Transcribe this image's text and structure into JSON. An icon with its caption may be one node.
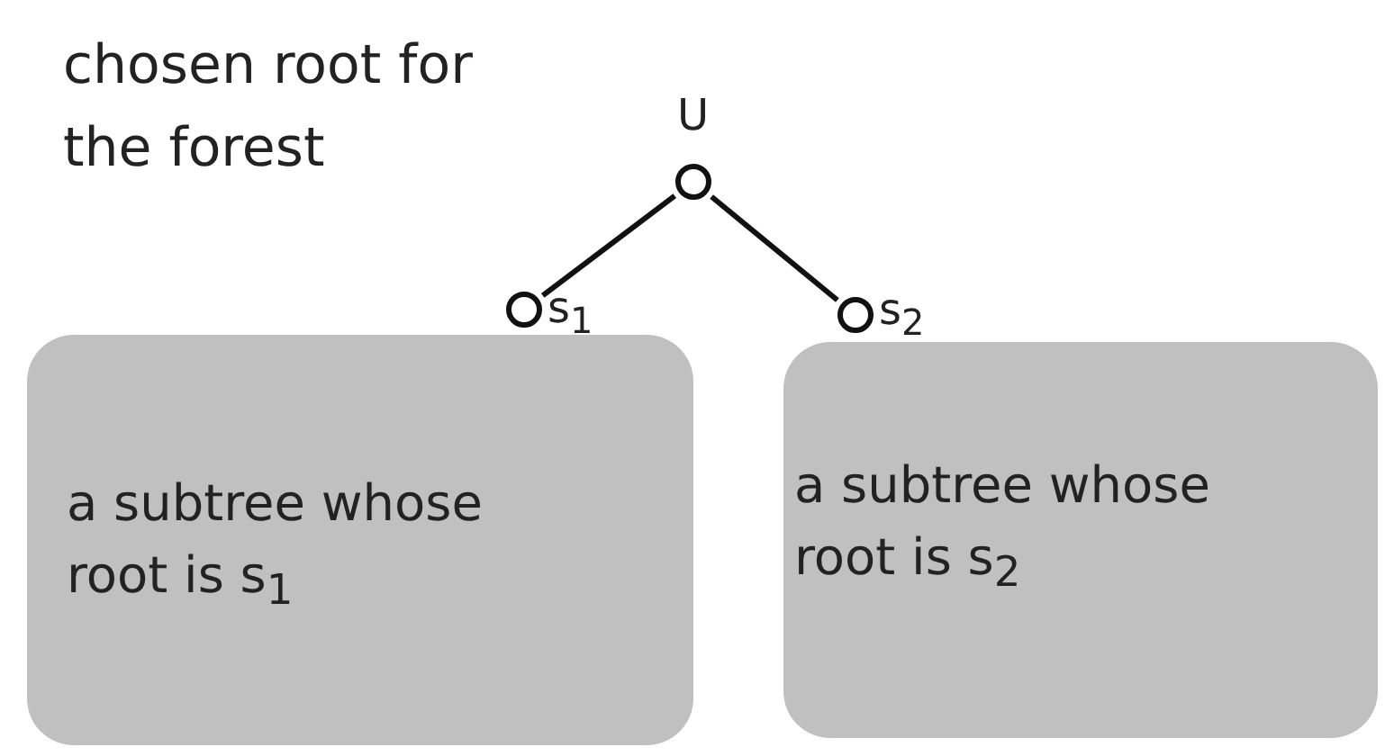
{
  "diagram": {
    "nodes": [
      {
        "text": [
          "U"
        ]
      },
      {
        "text": [
          "s$_{1}$"
        ]
      },
      {
        "text": [
          "s$_{2}$"
        ]
      },
      {
        "text": [
          "a subtree whose root is s$_{1}$"
        ]
      },
      {
        "text": [
          "a subtree whose root is s$_{2}$"
        ]
      }
    ],
    "edges": [
      {
        "from": 0,
        "to": 1,
        "arrow": "none"
      },
      {
        "from": 0,
        "to": 2,
        "arrow": "none"
      }
    ],
    "labels": [
      "chosen root for the forest"
    ]
  }
}
